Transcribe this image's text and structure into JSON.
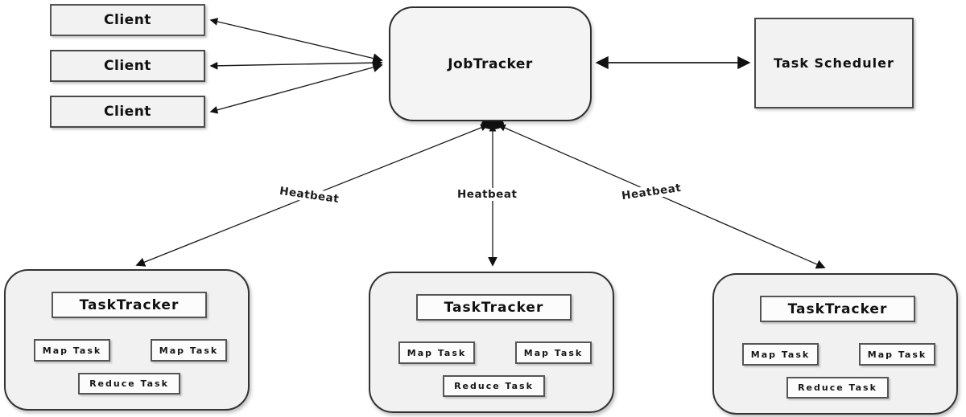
{
  "diagram": {
    "title_implicit": "Hadoop MapReduce JobTracker / TaskTracker architecture",
    "clients": [
      {
        "label": "Client"
      },
      {
        "label": "Client"
      },
      {
        "label": "Client"
      }
    ],
    "job_tracker": {
      "label": "JobTracker"
    },
    "task_scheduler": {
      "label": "Task Scheduler"
    },
    "heartbeat_labels": [
      {
        "label": "Heatbeat"
      },
      {
        "label": "Heatbeat"
      },
      {
        "label": "Heatbeat"
      }
    ],
    "task_trackers": [
      {
        "label": "TaskTracker",
        "map_left": "Map Task",
        "map_right": "Map Task",
        "reduce": "Reduce Task"
      },
      {
        "label": "TaskTracker",
        "map_left": "Map Task",
        "map_right": "Map Task",
        "reduce": "Reduce Task"
      },
      {
        "label": "TaskTracker",
        "map_left": "Map Task",
        "map_right": "Map Task",
        "reduce": "Reduce Task"
      }
    ],
    "colors": {
      "box_fill": "#f2f2f2",
      "inner_box_fill": "#fcfcfc",
      "border": "#4a4a4a",
      "line": "#1a1a1a",
      "background": "#ffffff"
    }
  }
}
